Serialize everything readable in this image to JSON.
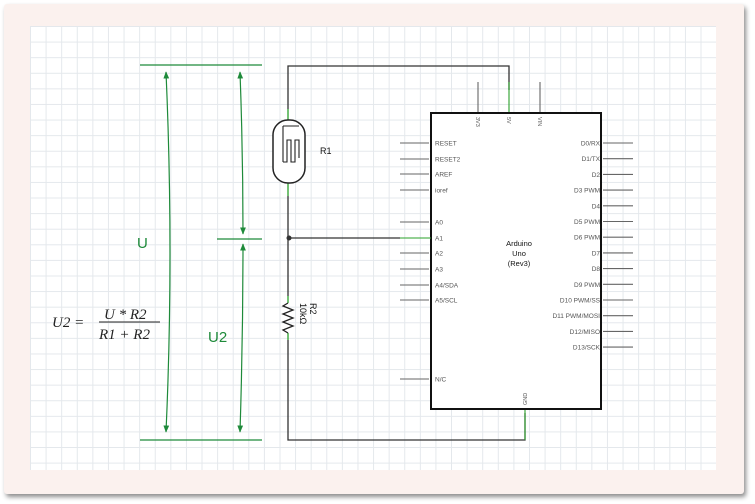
{
  "voltage_labels": {
    "total": "U",
    "partial": "U2"
  },
  "formula": {
    "lhs": "U2 =",
    "numerator": "U * R2",
    "denominator": "R1 + R2"
  },
  "r1": {
    "name": "R1"
  },
  "r2": {
    "name": "R2",
    "value": "10kΩ"
  },
  "board": {
    "line1": "Arduino",
    "line2": "Uno",
    "line3": "(Rev3)"
  },
  "pins": {
    "top": [
      "3V3",
      "5V",
      "VIN"
    ],
    "bottom": "GND",
    "left": [
      "RESET",
      "RESET2",
      "AREF",
      "ioref",
      "A0",
      "A1",
      "A2",
      "A3",
      "A4/SDA",
      "A5/SCL",
      "N/C"
    ],
    "right": [
      "D0/RX",
      "D1/TX",
      "D2",
      "D3 PWM",
      "D4",
      "D5 PWM",
      "D6 PWM",
      "D7",
      "D8",
      "D9 PWM",
      "D10 PWM/SS",
      "D11 PWM/MOSI",
      "D12/MISO",
      "D13/SCK"
    ]
  },
  "colors": {
    "wire": "#333333",
    "measurement": "#1e8a3a",
    "connected_pin": "#2aa02a"
  }
}
